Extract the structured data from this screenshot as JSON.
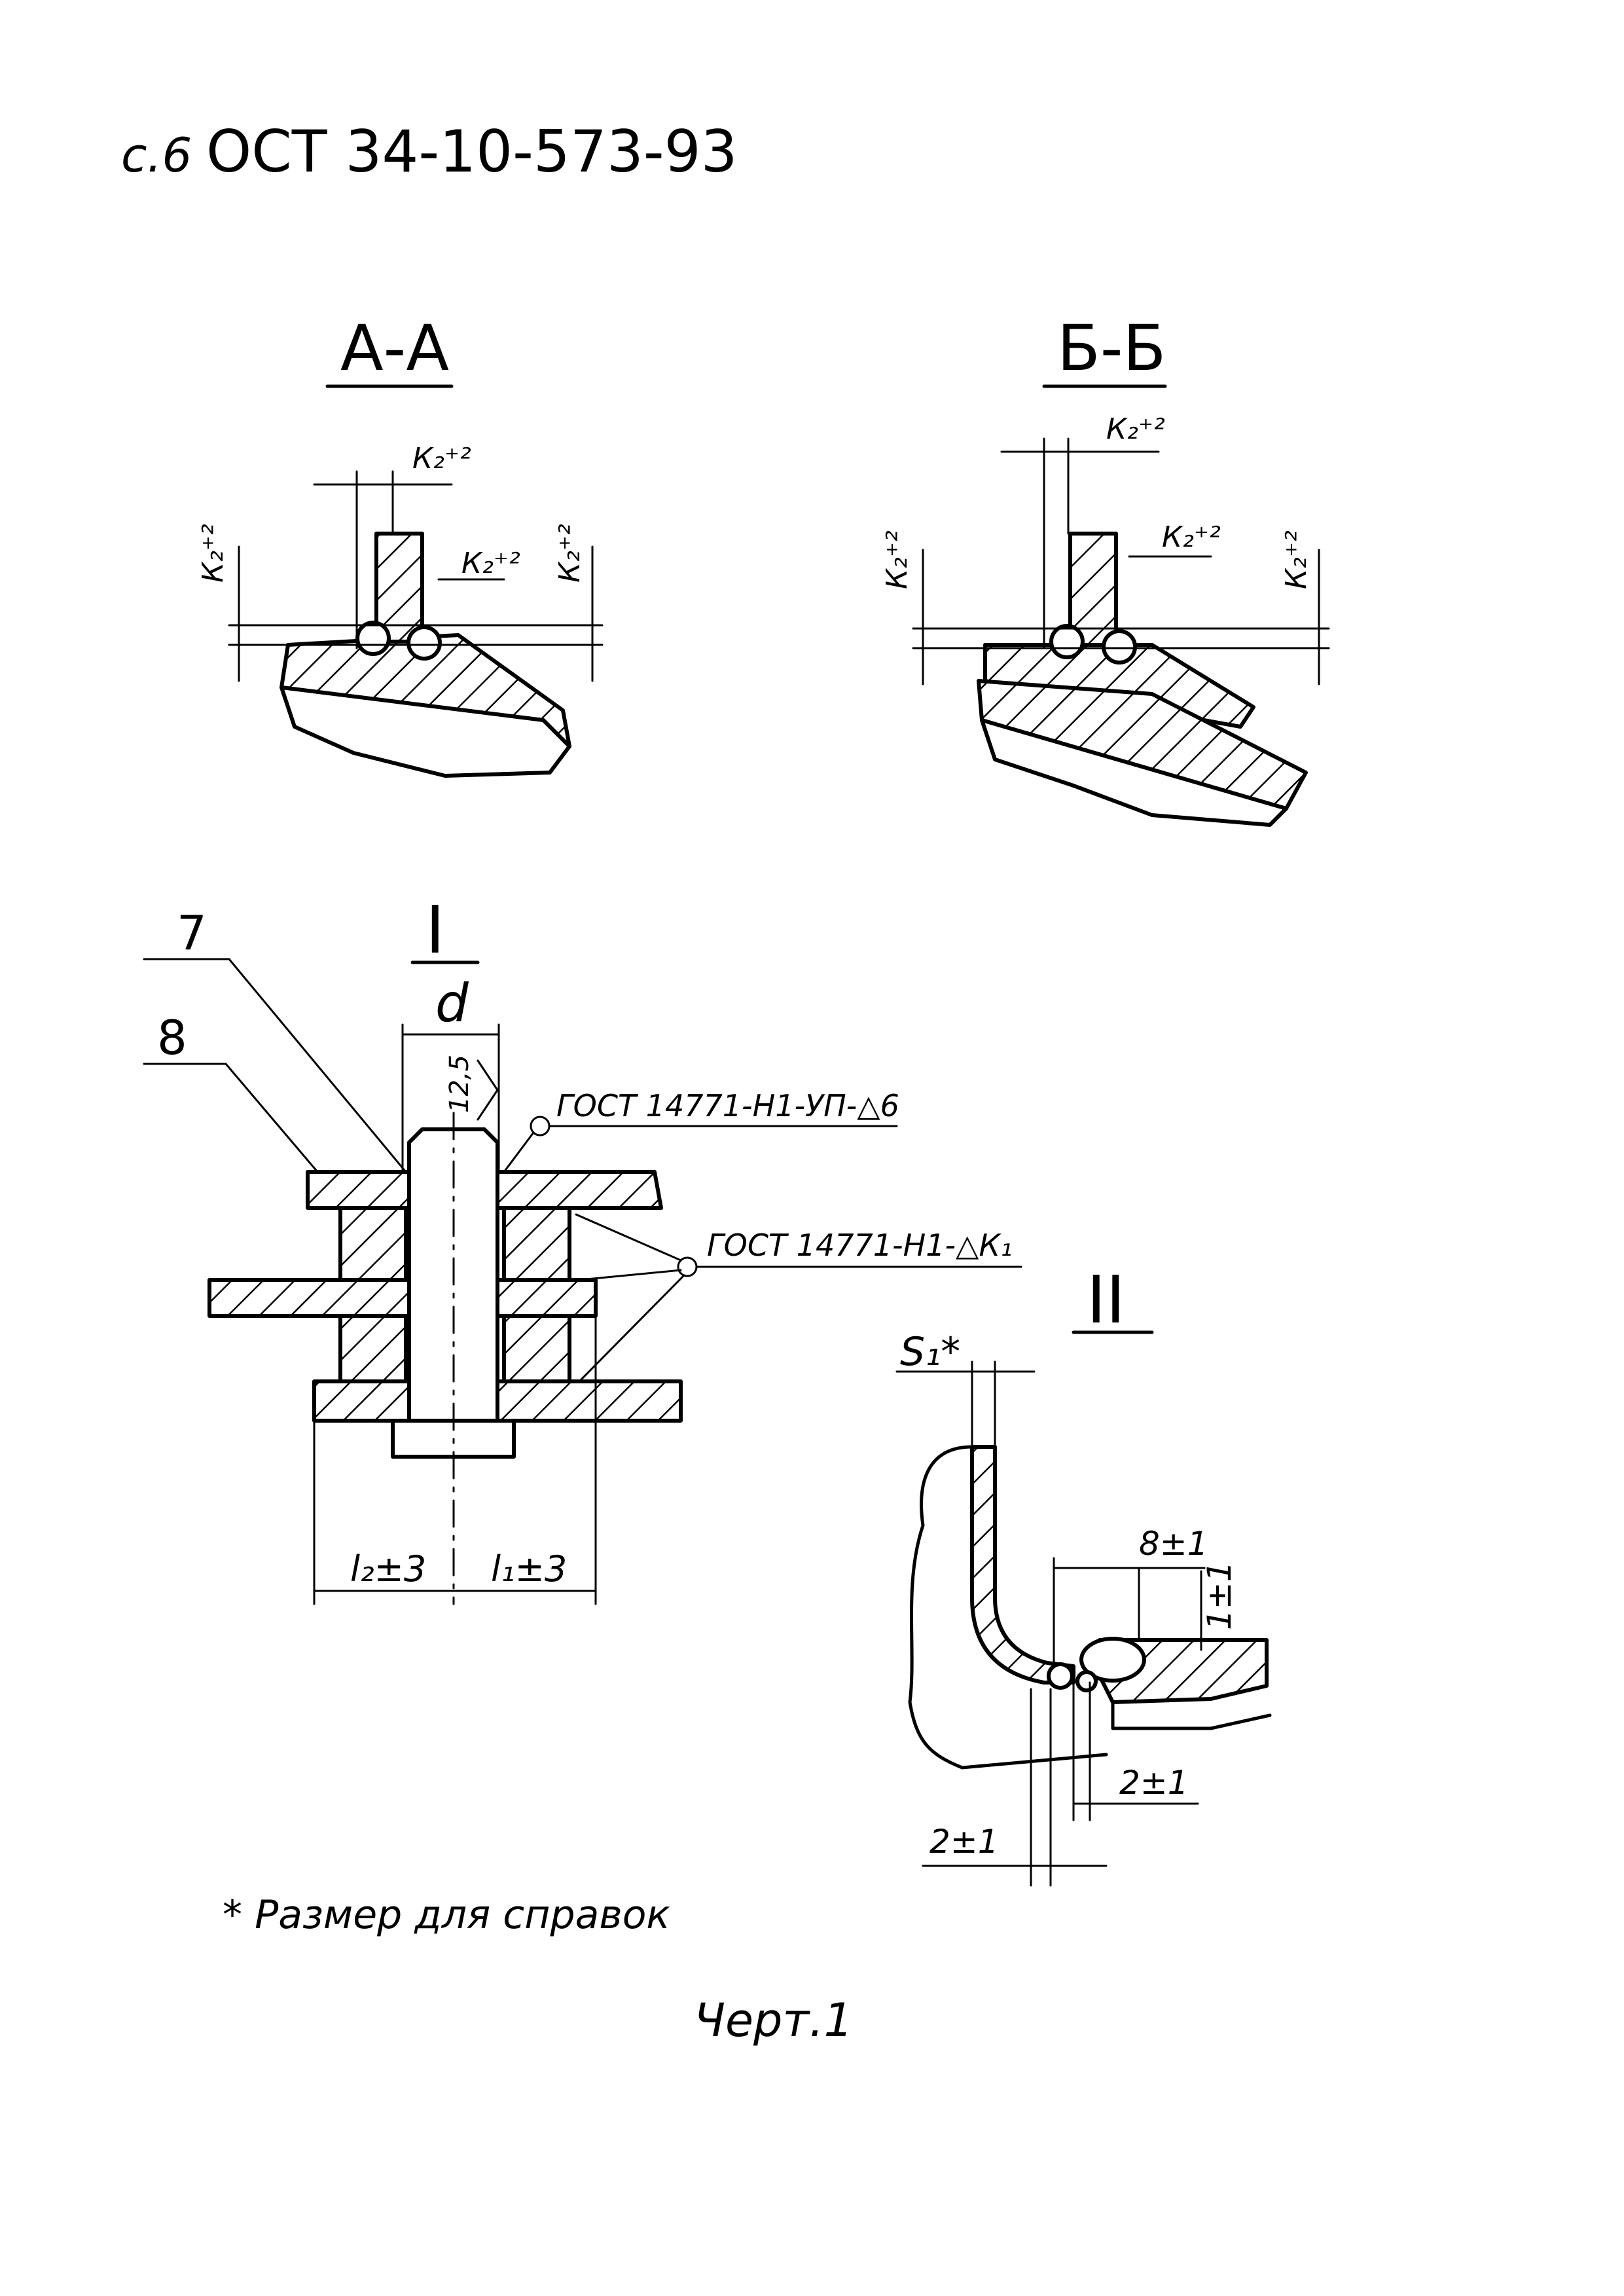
{
  "header": {
    "page": "с.6",
    "standard": "ОСТ 34-10-573-93"
  },
  "section_aa": {
    "title": "А-А",
    "k_top": "К₂⁺²",
    "k_right": "К₂⁺²",
    "k_left_vert": "К₂⁺²",
    "k_right_vert": "К₂⁺²"
  },
  "section_bb": {
    "title": "Б-Б",
    "k_top": "К₂⁺²",
    "k_right": "К₂⁺²",
    "k_left_vert": "К₂⁺²",
    "k_right_vert": "К₂⁺²"
  },
  "detail_1": {
    "title": "I",
    "pos7": "7",
    "pos8": "8",
    "diameter": "d",
    "roughness": "12,5",
    "weld_note_1": "ГОСТ 14771-Н1-УП-△6",
    "weld_note_2": "ГОСТ 14771-Н1-△К₁",
    "dim_left": "l₂±3",
    "dim_right": "l₁±3"
  },
  "detail_2": {
    "title": "II",
    "s1": "S₁*",
    "dim_8": "8±1",
    "dim_1": "1±1",
    "dim_2a": "2±1",
    "dim_2b": "2±1"
  },
  "footnote": "* Размер для справок",
  "caption": "Черт.1"
}
